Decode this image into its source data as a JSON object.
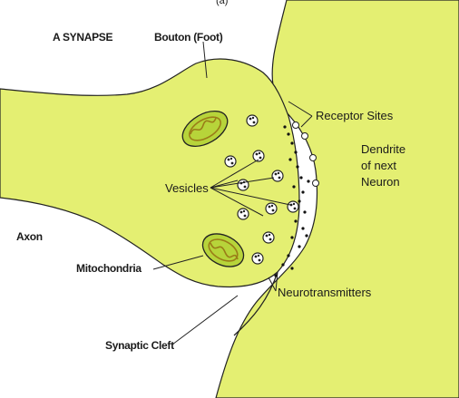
{
  "colors": {
    "tissue": "#e4ef72",
    "outline": "#222222",
    "mito_fill": "#b7d43a",
    "mito_cristae": "#9a7d18",
    "vesicle": "#222222",
    "background": "#ffffff"
  },
  "diagram": {
    "page_marker": "(a)",
    "title": "A SYNAPSE",
    "labels": {
      "bouton": "Bouton (Foot)",
      "receptor_sites": "Receptor Sites",
      "dendrite": "Dendrite\nof next\nNeuron",
      "vesicles": "Vesicles",
      "axon": "Axon",
      "mitochondria": "Mitochondria",
      "neurotransmitters": "Neurotransmitters",
      "synaptic_cleft": "Synaptic Cleft"
    }
  }
}
